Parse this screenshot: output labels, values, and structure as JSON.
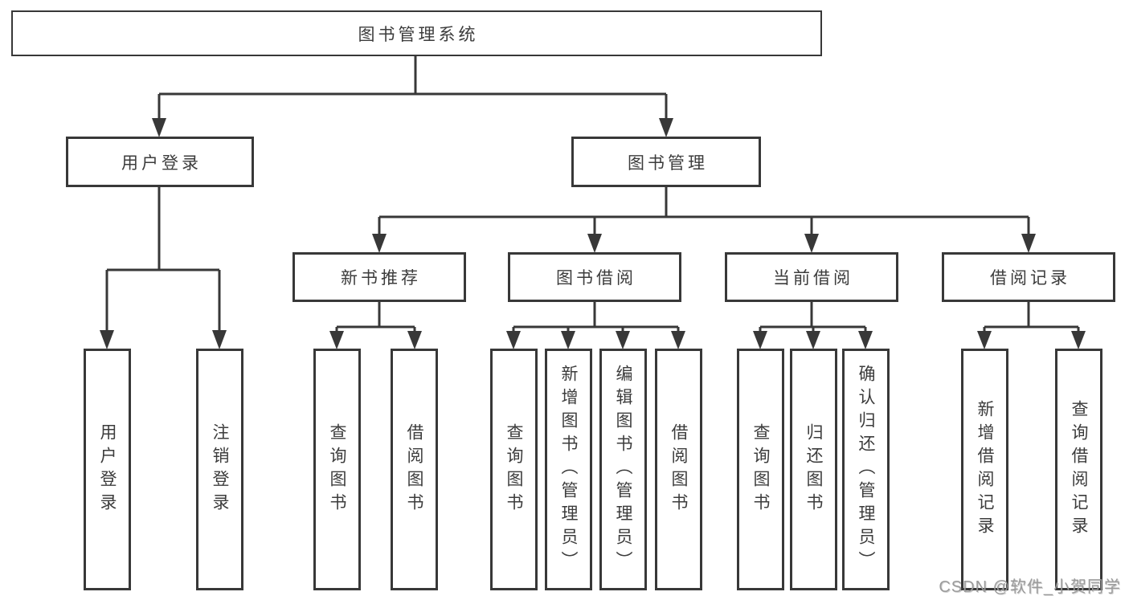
{
  "tree": {
    "root": {
      "label": "图书管理系统"
    },
    "branches": [
      {
        "label": "用户登录",
        "children": [
          {
            "label": "用户登录"
          },
          {
            "label": "注销登录"
          }
        ]
      },
      {
        "label": "图书管理",
        "groups": [
          {
            "label": "新书推荐",
            "children": [
              {
                "label": "查询图书"
              },
              {
                "label": "借阅图书"
              }
            ]
          },
          {
            "label": "图书借阅",
            "children": [
              {
                "label": "查询图书"
              },
              {
                "label": "新增图书（管理员）"
              },
              {
                "label": "编辑图书（管理员）"
              },
              {
                "label": "借阅图书"
              }
            ]
          },
          {
            "label": "当前借阅",
            "children": [
              {
                "label": "查询图书"
              },
              {
                "label": "归还图书"
              },
              {
                "label": "确认归还（管理员）"
              }
            ]
          },
          {
            "label": "借阅记录",
            "children": [
              {
                "label": "新增借阅记录"
              },
              {
                "label": "查询借阅记录"
              }
            ]
          }
        ]
      }
    ]
  },
  "watermark": {
    "text": "CSDN @软件_小贺同学"
  },
  "colors": {
    "line": "#383838",
    "text": "#3c3c3c",
    "box_bg": "#ffffff",
    "watermark": "#9b9b9b"
  }
}
